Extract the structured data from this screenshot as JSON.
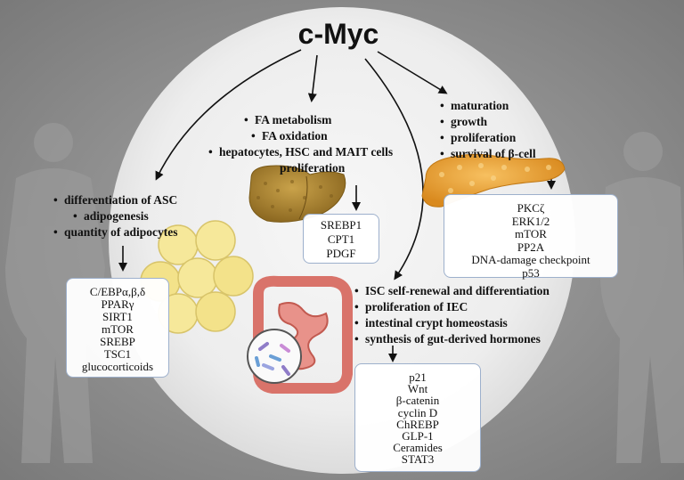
{
  "title": "c-Myc",
  "adipose": {
    "effects": [
      "differentiation of ASC",
      "adipogenesis",
      "quantity of adipocytes"
    ],
    "factors": [
      "C/EBPα,β,δ",
      "PPARγ",
      "SIRT1",
      "mTOR",
      "SREBP",
      "TSC1",
      "glucocorticoids"
    ]
  },
  "liver": {
    "effects": [
      "FA metabolism",
      "FA oxidation",
      "hepatocytes, HSC and MAIT cells"
    ],
    "effects_continuation": "proliferation",
    "factors": [
      "SREBP1",
      "CPT1",
      "PDGF"
    ]
  },
  "pancreas": {
    "effects": [
      "maturation",
      "growth",
      "proliferation",
      "survival of β-cell"
    ],
    "factors": [
      "PKCζ",
      "ERK1/2",
      "mTOR",
      "PP2A",
      "DNA-damage checkpoint",
      "p53"
    ]
  },
  "intestine": {
    "effects": [
      "ISC self-renewal and differentiation",
      "proliferation of IEC",
      "intestinal crypt  homeostasis",
      "synthesis of gut-derived  hormones"
    ],
    "factors": [
      "p21",
      "Wnt",
      "β-catenin",
      "cyclin D",
      "ChREBP",
      "GLP-1",
      "Ceramides",
      "STAT3"
    ]
  },
  "colors": {
    "background": "#8c8c8c",
    "circle": "#f2f2f2",
    "box_border": "#9db0cc",
    "adipocyte": "#f6e89a",
    "liver": "#b28a34",
    "pancreas": "#e8a033",
    "intestine": "#d9736a"
  },
  "icons": [
    "adipocyte-cluster-icon",
    "liver-icon",
    "pancreas-icon",
    "intestine-icon",
    "microbiota-icon",
    "silhouette-left-icon",
    "silhouette-right-icon"
  ]
}
